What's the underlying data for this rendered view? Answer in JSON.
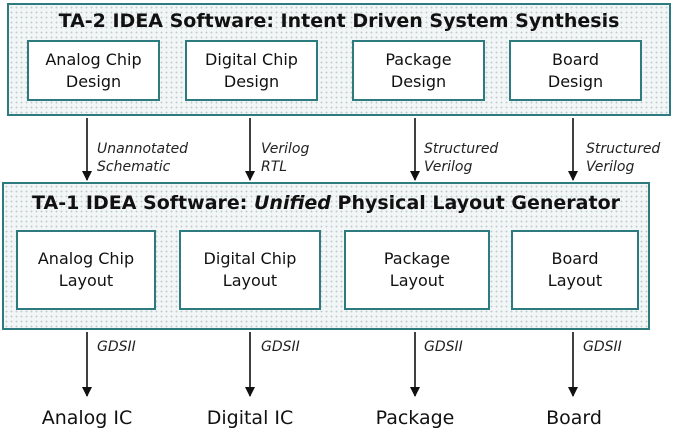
{
  "top_panel": {
    "title": "TA-2 IDEA Software: Intent Driven System Synthesis",
    "boxes": [
      {
        "line1": "Analog Chip",
        "line2": "Design"
      },
      {
        "line1": "Digital Chip",
        "line2": "Design"
      },
      {
        "line1": "Package",
        "line2": "Design"
      },
      {
        "line1": "Board",
        "line2": "Design"
      }
    ]
  },
  "middle_labels": [
    {
      "line1": "Unannotated",
      "line2": "Schematic"
    },
    {
      "line1": "Verilog",
      "line2": "RTL"
    },
    {
      "line1": "Structured",
      "line2": "Verilog"
    },
    {
      "line1": "Structured",
      "line2": "Verilog"
    }
  ],
  "bottom_panel": {
    "title_prefix": "TA-1 IDEA Software: ",
    "title_emphasis": "Unified",
    "title_suffix": " Physical Layout Generator",
    "boxes": [
      {
        "line1": "Analog Chip",
        "line2": "Layout"
      },
      {
        "line1": "Digital Chip",
        "line2": "Layout"
      },
      {
        "line1": "Package",
        "line2": "Layout"
      },
      {
        "line1": "Board",
        "line2": "Layout"
      }
    ]
  },
  "output_edge_labels": [
    "GDSII",
    "GDSII",
    "GDSII",
    "GDSII"
  ],
  "outputs": [
    "Analog IC",
    "Digital IC",
    "Package",
    "Board"
  ],
  "colors": {
    "border": "#2e7b7f",
    "panel_fill": "#f3f6f6"
  }
}
